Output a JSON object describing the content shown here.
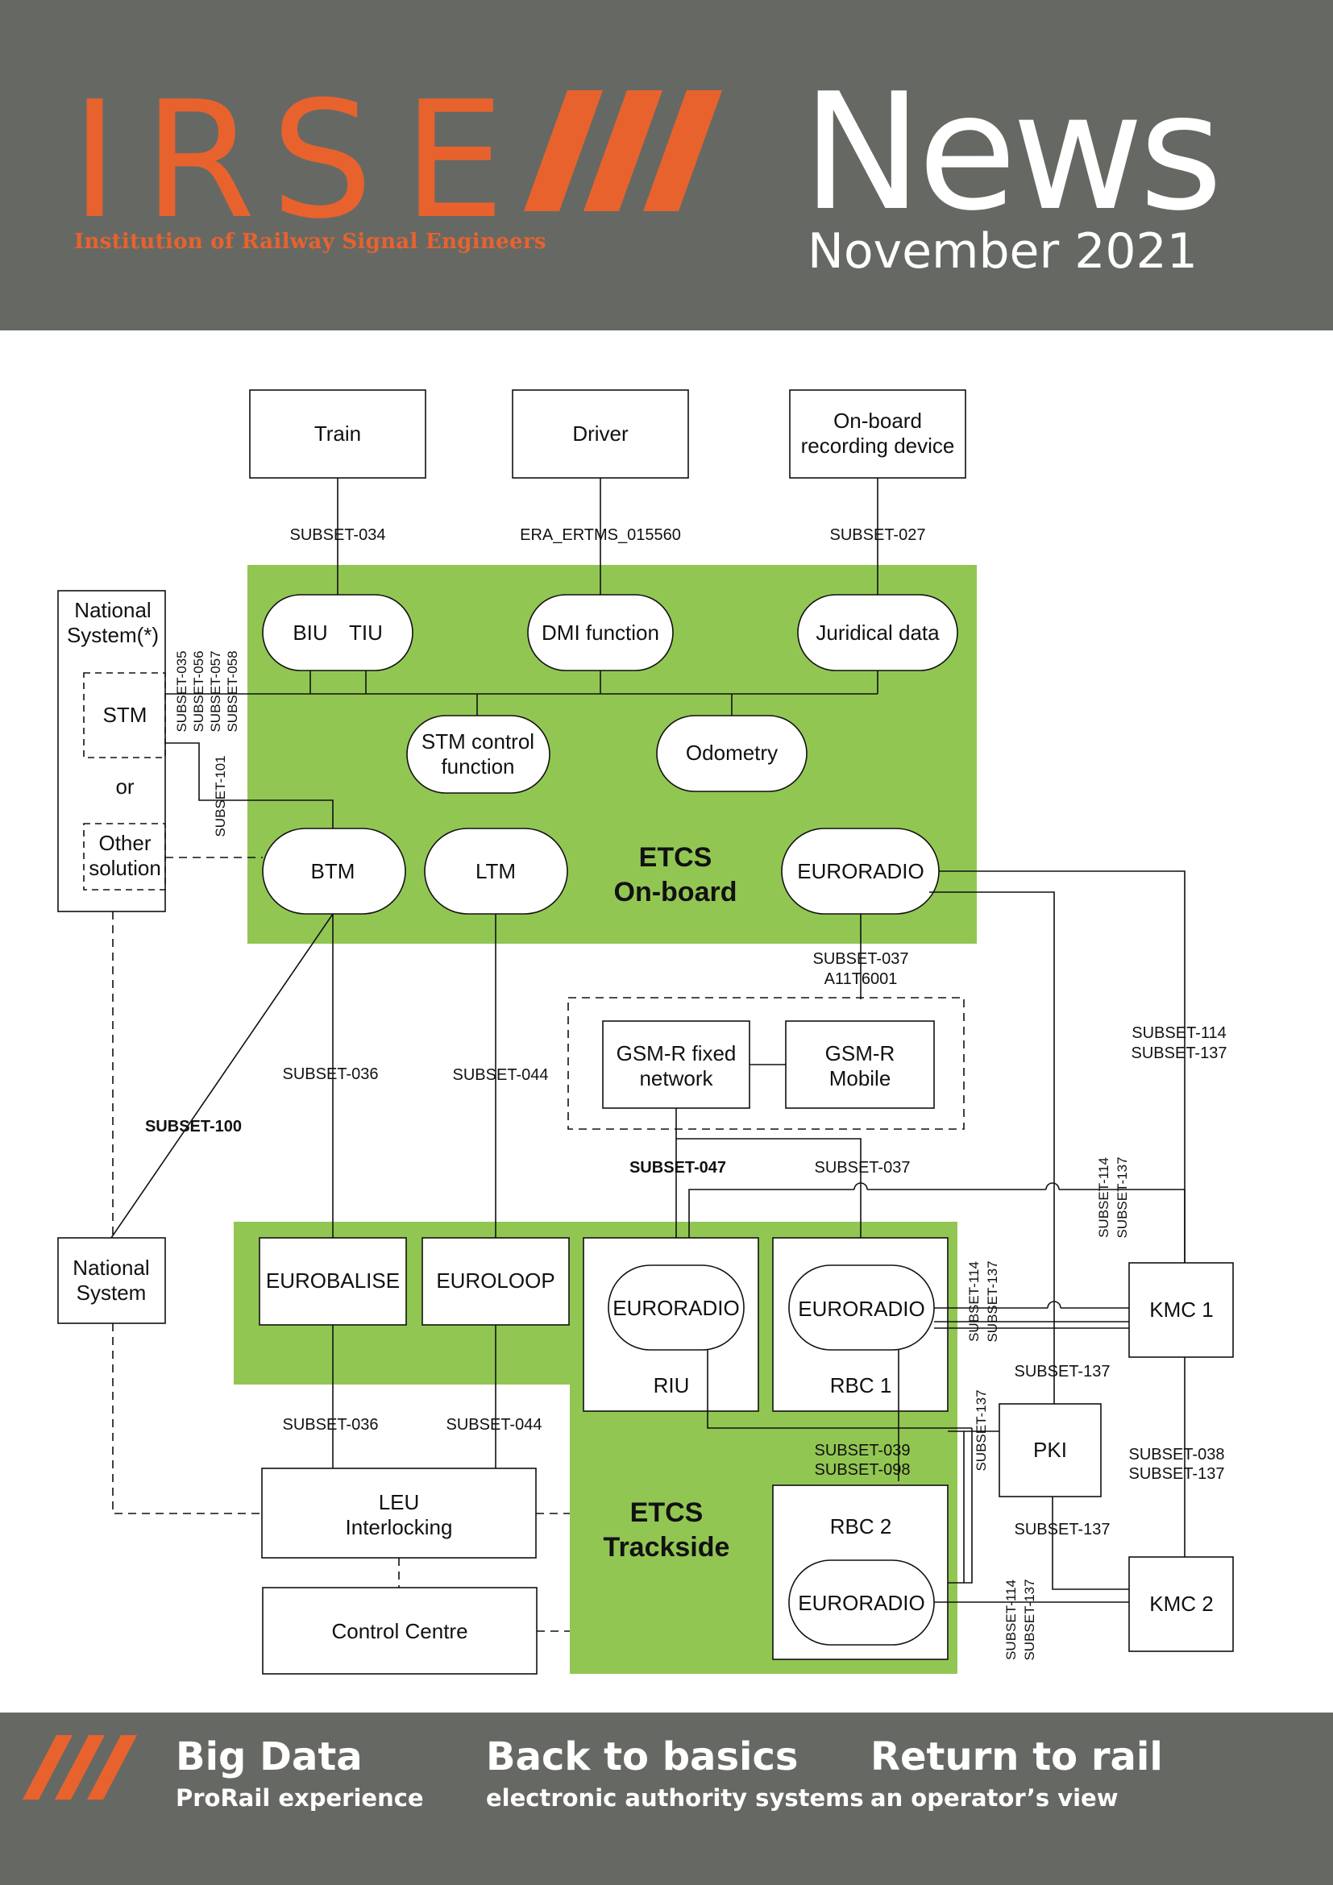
{
  "header": {
    "logo_letters": [
      "I",
      "R",
      "S",
      "E"
    ],
    "tagline": "Institution of Railway Signal Engineers",
    "title": "News",
    "issue": "November 2021"
  },
  "diagram": {
    "boxes": {
      "train": "Train",
      "driver": "Driver",
      "onboard_recording_l1": "On-board",
      "onboard_recording_l2": "recording device",
      "national_system_top_l1": "National",
      "national_system_top_l2": "System(*)",
      "stm": "STM",
      "or": "or",
      "other_solution_l1": "Other",
      "other_solution_l2": "solution",
      "biu": "BIU",
      "tiu": "TIU",
      "dmi": "DMI function",
      "juridical": "Juridical data",
      "stm_control_l1": "STM control",
      "stm_control_l2": "function",
      "odometry": "Odometry",
      "btm": "BTM",
      "ltm": "LTM",
      "euroradio_onboard": "EURORADIO",
      "etcs_onboard_l1": "ETCS",
      "etcs_onboard_l2": "On-board",
      "gsmr_fixed_l1": "GSM-R fixed",
      "gsmr_fixed_l2": "network",
      "gsmr_mobile_l1": "GSM-R",
      "gsmr_mobile_l2": "Mobile",
      "national_system_bottom_l1": "National",
      "national_system_bottom_l2": "System",
      "eurobalise": "EUROBALISE",
      "euroloop": "EUROLOOP",
      "euroradio_riu": "EURORADIO",
      "riu": "RIU",
      "euroradio_rbc1": "EURORADIO",
      "rbc1": "RBC 1",
      "kmc1": "KMC 1",
      "pki": "PKI",
      "leu_l1": "LEU",
      "leu_l2": "Interlocking",
      "etcs_trackside_l1": "ETCS",
      "etcs_trackside_l2": "Trackside",
      "rbc2": "RBC 2",
      "euroradio_rbc2": "EURORADIO",
      "kmc2": "KMC 2",
      "control_centre": "Control Centre"
    },
    "labels": {
      "s034": "SUBSET-034",
      "era": "ERA_ERTMS_015560",
      "s027": "SUBSET-027",
      "s035": "SUBSET-035",
      "s056": "SUBSET-056",
      "s057": "SUBSET-057",
      "s058": "SUBSET-058",
      "s101": "SUBSET-101",
      "s037_top": "SUBSET-037",
      "a11": "A11T6001",
      "s114_right": "SUBSET-114",
      "s137_right": "SUBSET-137",
      "s036_top": "SUBSET-036",
      "s044_top": "SUBSET-044",
      "s100": "SUBSET-100",
      "s047": "SUBSET-047",
      "s037_mid": "SUBSET-037",
      "s114_vert_a": "SUBSET-114",
      "s137_vert_a": "SUBSET-137",
      "s114_vert_b": "SUBSET-114",
      "s137_vert_b": "SUBSET-137",
      "s137_pki_top": "SUBSET-137",
      "s137_vert_c": "SUBSET-137",
      "s036_bottom": "SUBSET-036",
      "s044_bottom": "SUBSET-044",
      "s039": "SUBSET-039",
      "s098": "SUBSET-098",
      "s038": "SUBSET-038",
      "s137_kmc": "SUBSET-137",
      "s137_pki_bottom": "SUBSET-137",
      "s114_vert_d": "SUBSET-114",
      "s137_vert_d": "SUBSET-137"
    }
  },
  "footer": {
    "items": [
      {
        "title": "Big Data",
        "subtitle": "ProRail experience"
      },
      {
        "title": "Back to basics",
        "subtitle": "electronic authority systems"
      },
      {
        "title": "Return to rail",
        "subtitle": "an operator’s view"
      }
    ]
  },
  "colors": {
    "header_bg": "#666963",
    "brand_orange": "#e8622e",
    "etcs_green": "#92c653"
  }
}
